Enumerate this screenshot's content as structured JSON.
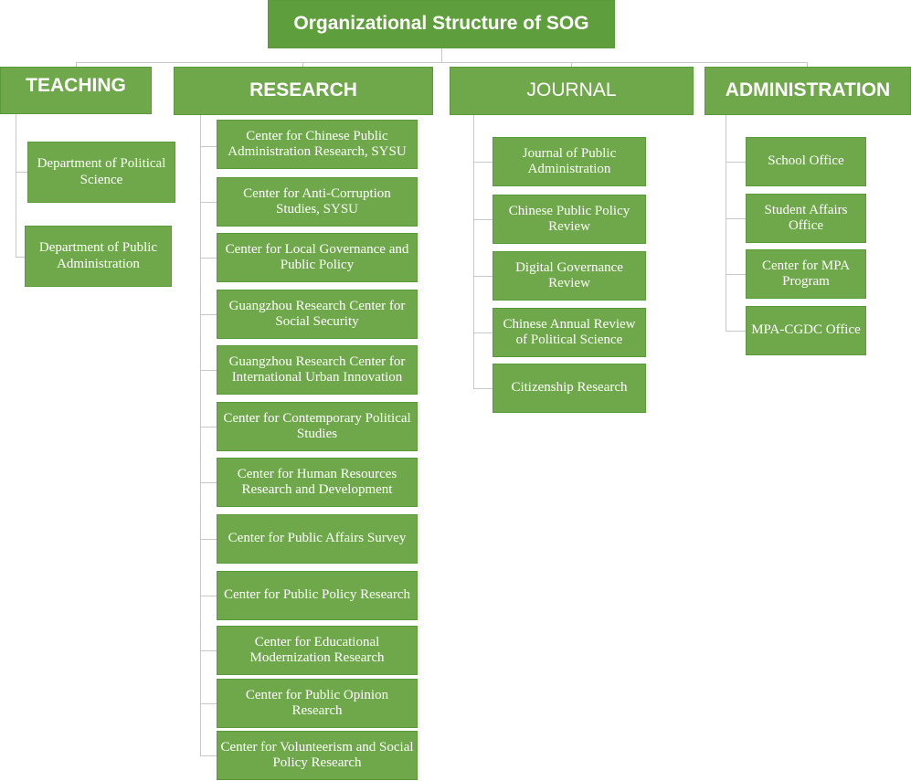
{
  "title": "Organizational Structure of SOG",
  "categories": {
    "teaching": {
      "label": "TEACHING",
      "items": [
        "Department of Political Science",
        "Department of Public Administration"
      ]
    },
    "research": {
      "label": "RESEARCH",
      "items": [
        "Center for Chinese Public Administration Research, SYSU",
        "Center for Anti-Corruption Studies, SYSU",
        "Center for Local Governance and Public Policy",
        "Guangzhou Research Center for Social Security",
        "Guangzhou Research Center for International Urban Innovation",
        "Center for Contemporary Political Studies",
        "Center for Human Resources Research and Development",
        "Center for Public Affairs Survey",
        "Center for Public Policy Research",
        "Center for Educational Modernization Research",
        "Center for Public Opinion Research",
        "Center for Volunteerism and Social Policy Research"
      ]
    },
    "journal": {
      "label": "JOURNAL",
      "items": [
        "Journal of Public Administration",
        "Chinese Public Policy Review",
        "Digital Governance Review",
        "Chinese Annual Review of Political Science",
        "Citizenship Research"
      ]
    },
    "administration": {
      "label": "ADMINISTRATION",
      "items": [
        "School Office",
        "Student Affairs Office",
        "Center for MPA Program",
        "MPA-CGDC Office"
      ]
    }
  },
  "colors": {
    "box_fill": "#6fa84a",
    "box_border": "#5b9a3a",
    "connector": "#c8c8c8",
    "text": "#ffffff"
  }
}
